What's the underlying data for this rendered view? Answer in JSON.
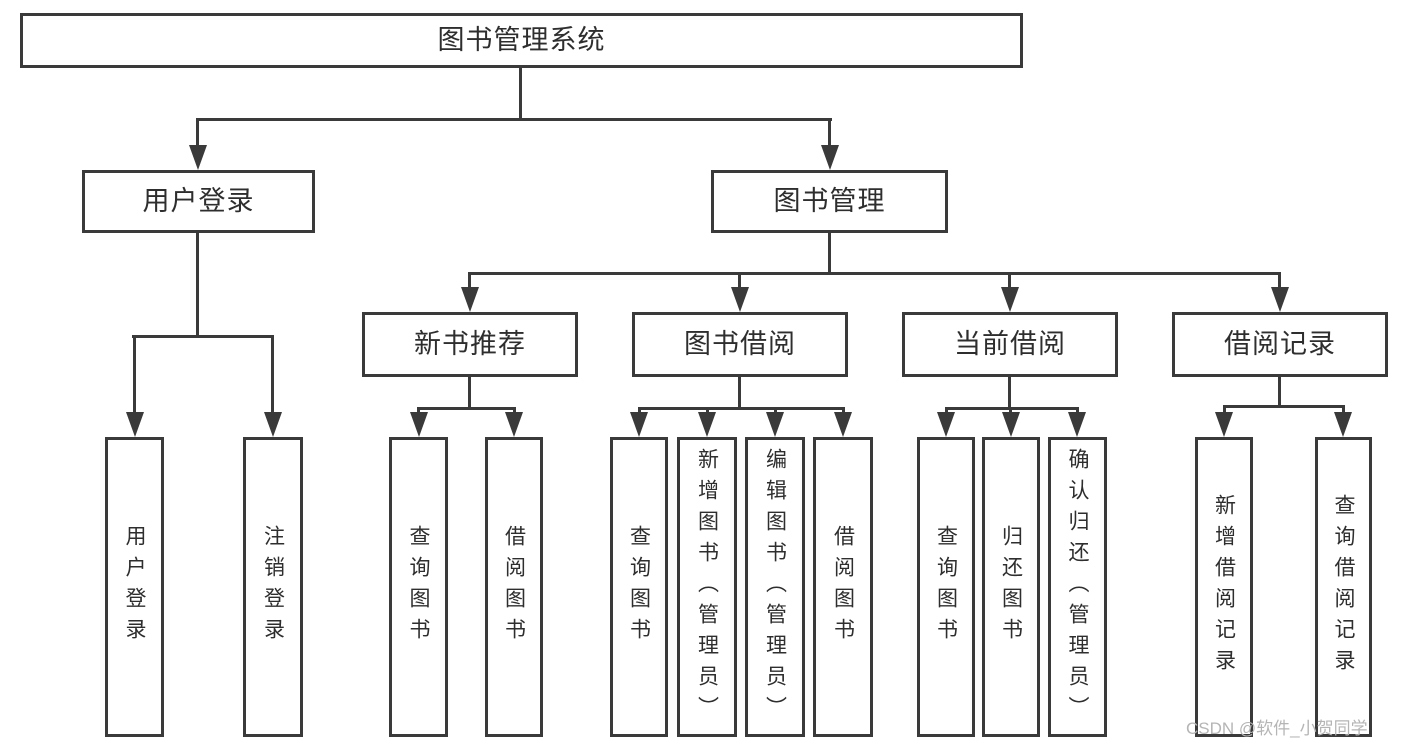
{
  "diagram": {
    "title": "图书管理系统",
    "watermark": "CSDN @软件_小贺同学",
    "colors": {
      "line": "#3a3a3a",
      "text": "#2e2e2e",
      "watermark": "#b5b5b5",
      "background": "#ffffff"
    },
    "nodes": {
      "root": "图书管理系统",
      "user_login": "用户登录",
      "book_mgmt": "图书管理",
      "new_book_rec": "新书推荐",
      "book_borrow": "图书借阅",
      "current_borrow": "当前借阅",
      "borrow_records": "借阅记录",
      "leaf_user_login": "用户登录",
      "leaf_logout": "注销登录",
      "leaf_rec_query": "查询图书",
      "leaf_rec_borrow": "借阅图书",
      "leaf_bb_query": "查询图书",
      "leaf_bb_add": "新增图书（管理员）",
      "leaf_bb_edit": "编辑图书（管理员）",
      "leaf_bb_borrow": "借阅图书",
      "leaf_cb_query": "查询图书",
      "leaf_cb_return": "归还图书",
      "leaf_cb_confirm": "确认归还（管理员）",
      "leaf_br_add": "新增借阅记录",
      "leaf_br_query": "查询借阅记录"
    }
  }
}
